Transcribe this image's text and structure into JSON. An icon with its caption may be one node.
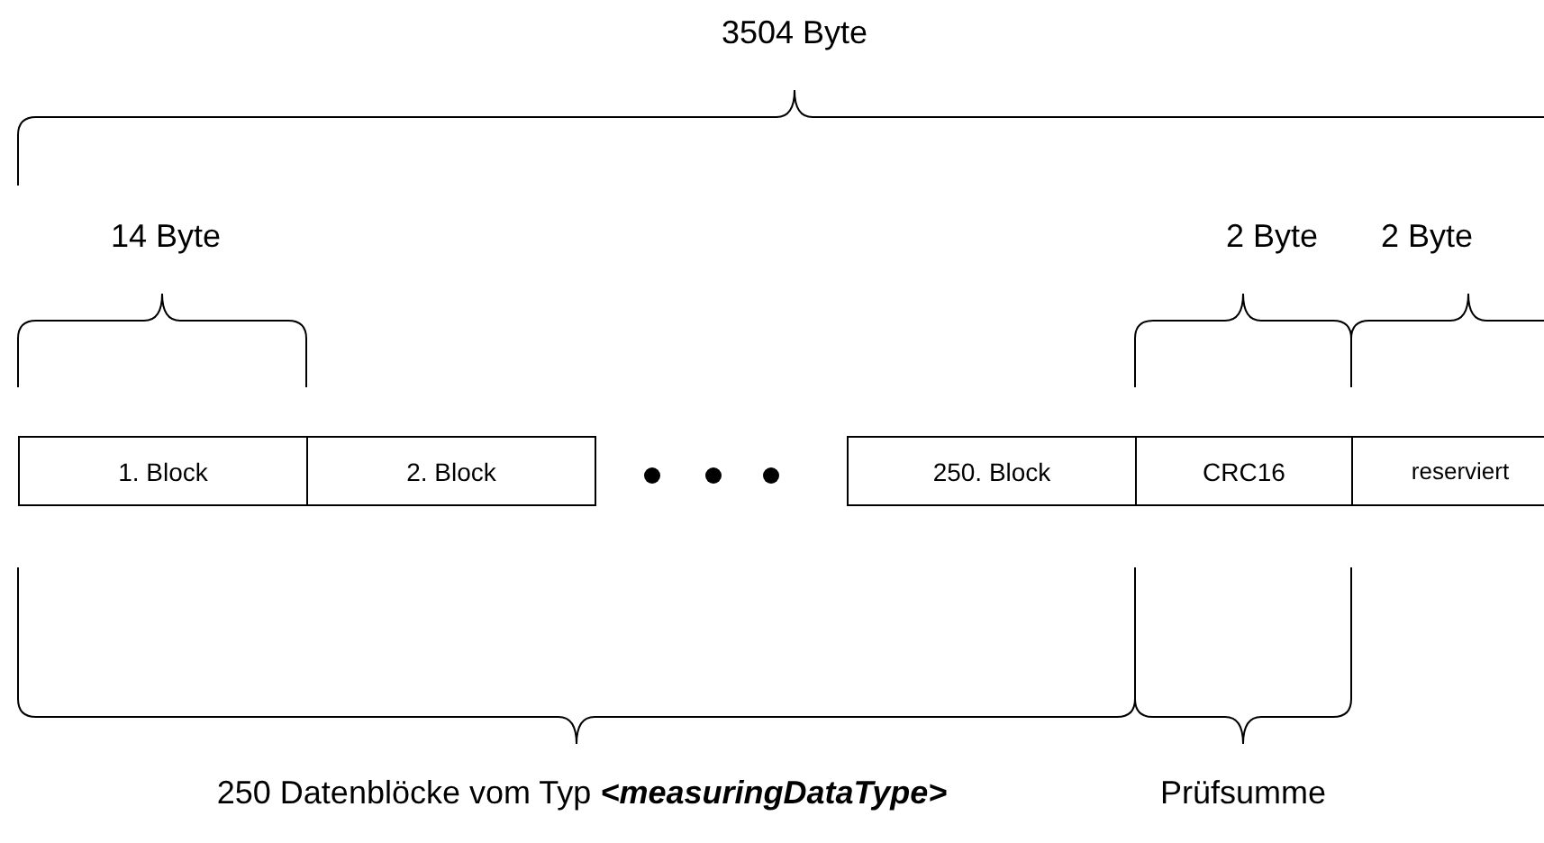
{
  "diagram": {
    "nodes": [
      {
        "text": [
          "1. Block"
        ]
      },
      {
        "text": [
          "2. Block"
        ]
      },
      {
        "text": [
          "250. Block"
        ]
      },
      {
        "text": [
          "CRC16"
        ]
      },
      {
        "text": [
          "reserviert"
        ]
      }
    ],
    "labels": [
      "3504 Byte",
      "14 Byte",
      "2 Byte",
      "2 Byte",
      "250 Datenblöcke vom Typ **<measuringDataType>**",
      "Prüfsumme"
    ]
  }
}
